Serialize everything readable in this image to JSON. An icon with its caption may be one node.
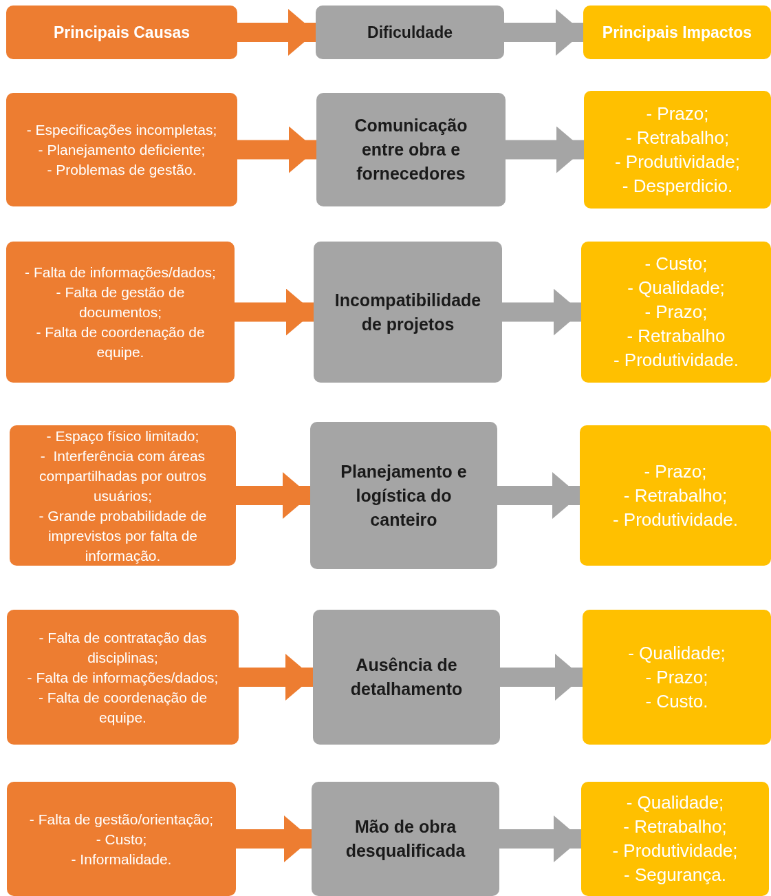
{
  "diagram": {
    "nodes": [
      {
        "text": [
          "Principais Causas"
        ]
      },
      {
        "text": [
          "Dificuldade"
        ]
      },
      {
        "text": [
          "Principais Impactos"
        ]
      },
      {
        "text": [
          "- Especificações incompletas;",
          "- Planejamento deficiente;",
          "- Problemas de gestão."
        ]
      },
      {
        "text": [
          "Comunicação entre obra e fornecedores"
        ]
      },
      {
        "text": [
          "- Prazo;",
          "- Retrabalho;",
          "- Produtividade;",
          "- Desperdicio."
        ]
      },
      {
        "text": [
          "- Falta de informações/dados;",
          "- Falta de gestão de documentos;",
          "- Falta de coordenação de equipe."
        ]
      },
      {
        "text": [
          "Incompatibilidade de projetos"
        ]
      },
      {
        "text": [
          "- Custo;",
          "- Qualidade;",
          "- Prazo;",
          "- Retrabalho",
          "- Produtividade."
        ]
      },
      {
        "text": [
          "- Espaço físico limitado;",
          "-  Interferência com áreas compartilhadas por outros usuários;",
          "- Grande probabilidade de imprevistos por falta de informação."
        ]
      },
      {
        "text": [
          "Planejamento e logística do canteiro"
        ]
      },
      {
        "text": [
          "- Prazo;",
          "- Retrabalho;",
          "- Produtividade."
        ]
      },
      {
        "text": [
          "- Falta de contratação das disciplinas;",
          "- Falta de informações/dados;",
          "- Falta de coordenação de equipe."
        ]
      },
      {
        "text": [
          "Ausência de detalhamento"
        ]
      },
      {
        "text": [
          "- Qualidade;",
          "- Prazo;",
          "- Custo."
        ]
      },
      {
        "text": [
          "- Falta de gestão/orientação;",
          "- Custo;",
          "- Informalidade."
        ]
      },
      {
        "text": [
          "Mão de obra desqualificada"
        ]
      },
      {
        "text": [
          "- Qualidade;",
          "- Retrabalho;",
          "- Produtividade;",
          "- Segurança."
        ]
      }
    ],
    "edges": [
      {
        "from": 0,
        "to": 1,
        "arrow": "to",
        "color": "#ed7d31"
      },
      {
        "from": 1,
        "to": 2,
        "arrow": "to",
        "color": "#a5a5a5"
      },
      {
        "from": 3,
        "to": 4,
        "arrow": "to",
        "color": "#ed7d31"
      },
      {
        "from": 4,
        "to": 5,
        "arrow": "to",
        "color": "#a5a5a5"
      },
      {
        "from": 6,
        "to": 7,
        "arrow": "to",
        "color": "#ed7d31"
      },
      {
        "from": 7,
        "to": 8,
        "arrow": "to",
        "color": "#a5a5a5"
      },
      {
        "from": 9,
        "to": 10,
        "arrow": "to",
        "color": "#ed7d31"
      },
      {
        "from": 10,
        "to": 11,
        "arrow": "to",
        "color": "#a5a5a5"
      },
      {
        "from": 12,
        "to": 13,
        "arrow": "to",
        "color": "#ed7d31"
      },
      {
        "from": 13,
        "to": 14,
        "arrow": "to",
        "color": "#a5a5a5"
      },
      {
        "from": 15,
        "to": 16,
        "arrow": "to",
        "color": "#ed7d31"
      },
      {
        "from": 16,
        "to": 17,
        "arrow": "to",
        "color": "#a5a5a5"
      }
    ]
  }
}
